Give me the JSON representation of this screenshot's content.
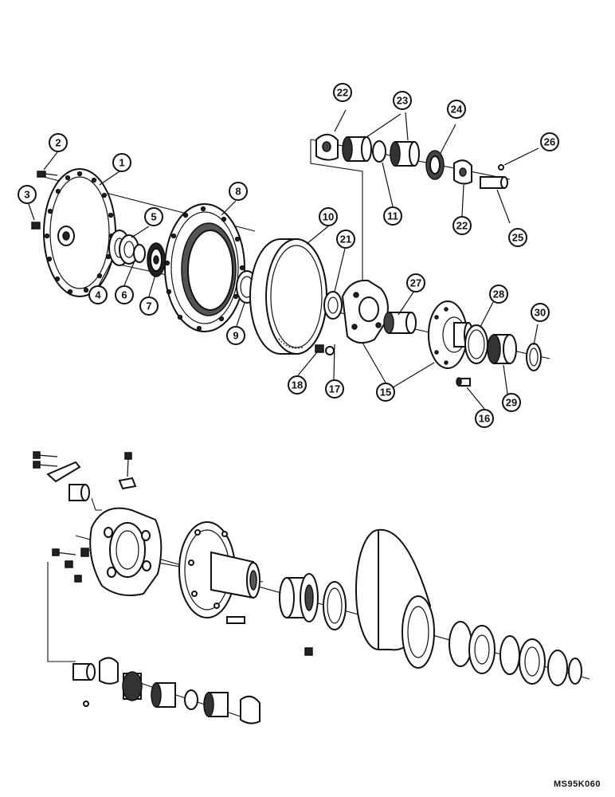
{
  "figure_code": "MS95K060",
  "callouts": [
    "1",
    "2",
    "3",
    "4",
    "5",
    "6",
    "7",
    "8",
    "9",
    "10",
    "11",
    "15",
    "16",
    "17",
    "18",
    "21",
    "22",
    "22",
    "23",
    "24",
    "25",
    "26",
    "27",
    "28",
    "29",
    "30"
  ]
}
